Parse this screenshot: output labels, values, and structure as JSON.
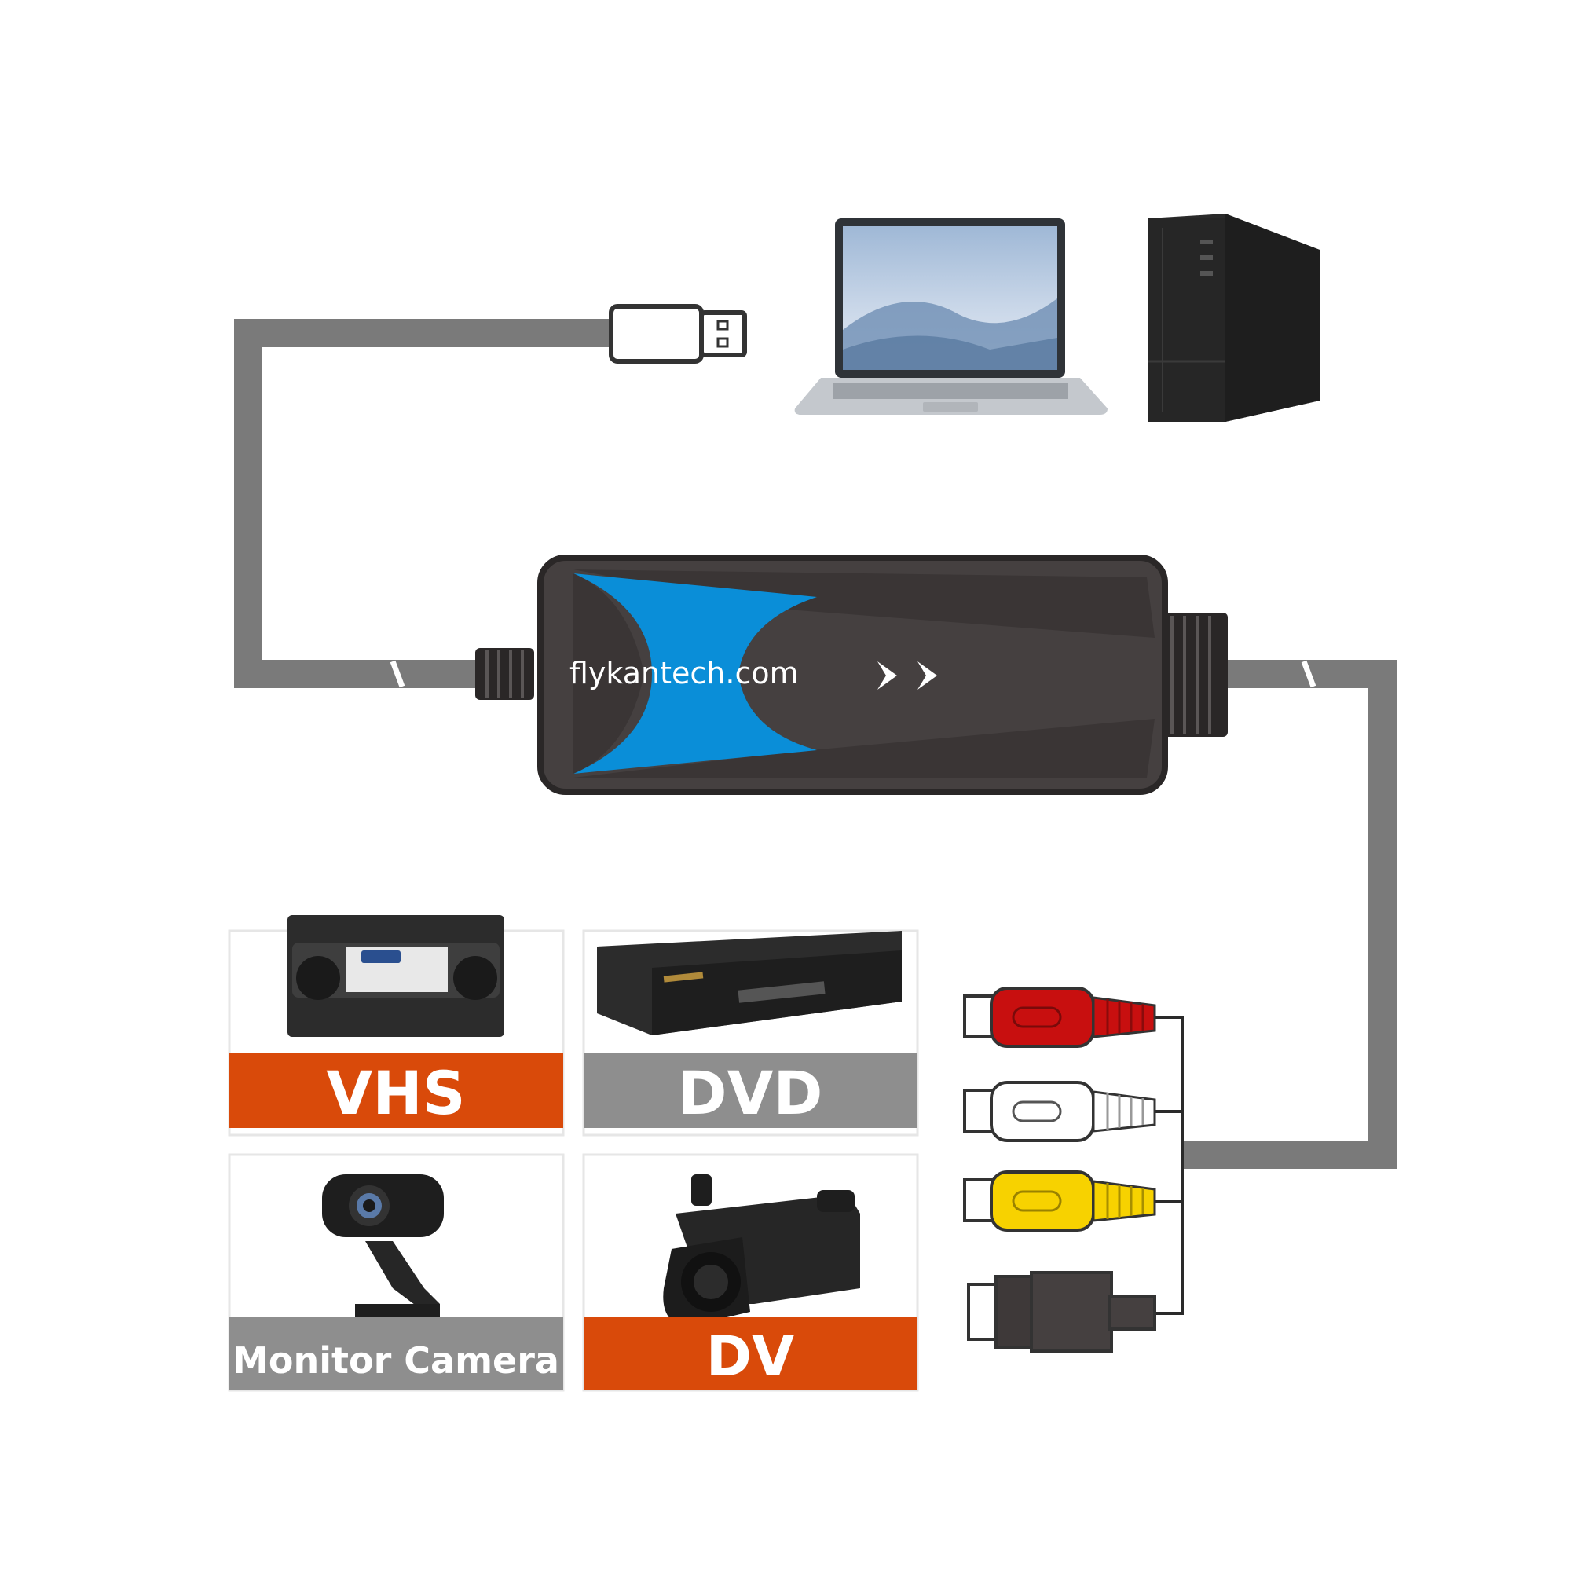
{
  "device": {
    "brand_text": "flykantech.com",
    "brand_color": "#0a8ed8",
    "body_color": "#454040"
  },
  "targets": {
    "laptop_icon": "laptop-icon",
    "desktop_icon": "desktop-tower-icon"
  },
  "sources": [
    {
      "label": "VHS",
      "icon": "vhs-cassette-icon",
      "label_bg": "#d94a0a"
    },
    {
      "label": "DVD",
      "icon": "dvd-player-icon",
      "label_bg": "#8e8e8e"
    },
    {
      "label": "Monitor Camera",
      "icon": "webcam-icon",
      "label_bg": "#8e8e8e"
    },
    {
      "label": "DV",
      "icon": "camcorder-icon",
      "label_bg": "#d94a0a"
    }
  ],
  "connectors": {
    "plug_colors": [
      "#c80f0f",
      "#ffffff",
      "#f7d200",
      "#454040"
    ]
  }
}
